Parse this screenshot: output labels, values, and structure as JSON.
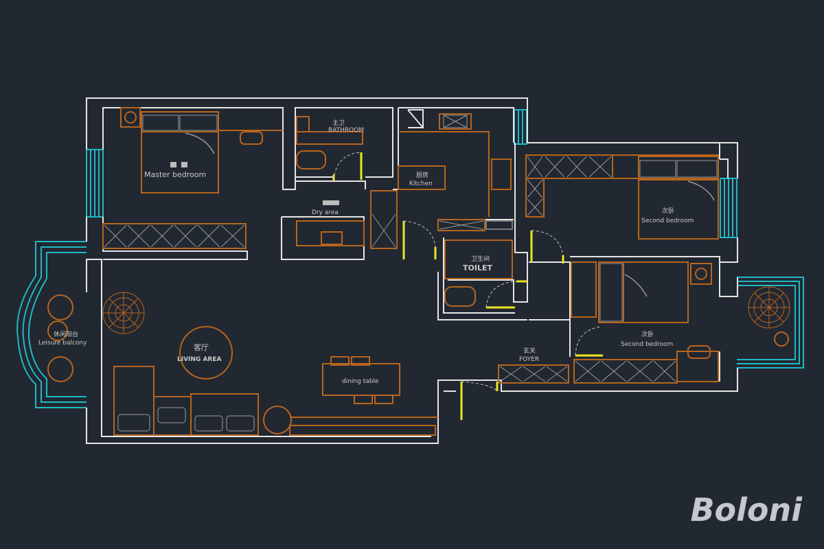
{
  "rooms": {
    "master_bedroom": "Master bedroom",
    "bathroom_cn": "主卫",
    "bathroom_en": "BATHROOM",
    "kitchen_cn": "厨房",
    "kitchen_en": "Kitchen",
    "dry_area": "Dry area",
    "toilet_cn": "卫生间",
    "toilet_en": "TOILET",
    "second_bedroom_a_cn": "次卧",
    "second_bedroom_a_en": "Second bedroom",
    "second_bedroom_b_cn": "次卧",
    "second_bedroom_b_en": "Second bedroom",
    "foyer_cn": "玄关",
    "foyer_en": "FOYER",
    "living_cn": "客厅",
    "living_en": "LIVING  AREA",
    "dining": "dining table",
    "balcony_cn": "休闲阳台",
    "balcony_en": "Leisure balcony"
  },
  "brand": {
    "logo": "Boloni"
  },
  "colors": {
    "background": "#222831",
    "wall": "#e6e6e6",
    "furniture": "#b8651e",
    "fixture": "#9a9a9a",
    "door": "#e8e820",
    "window": "#1fb9c4"
  }
}
